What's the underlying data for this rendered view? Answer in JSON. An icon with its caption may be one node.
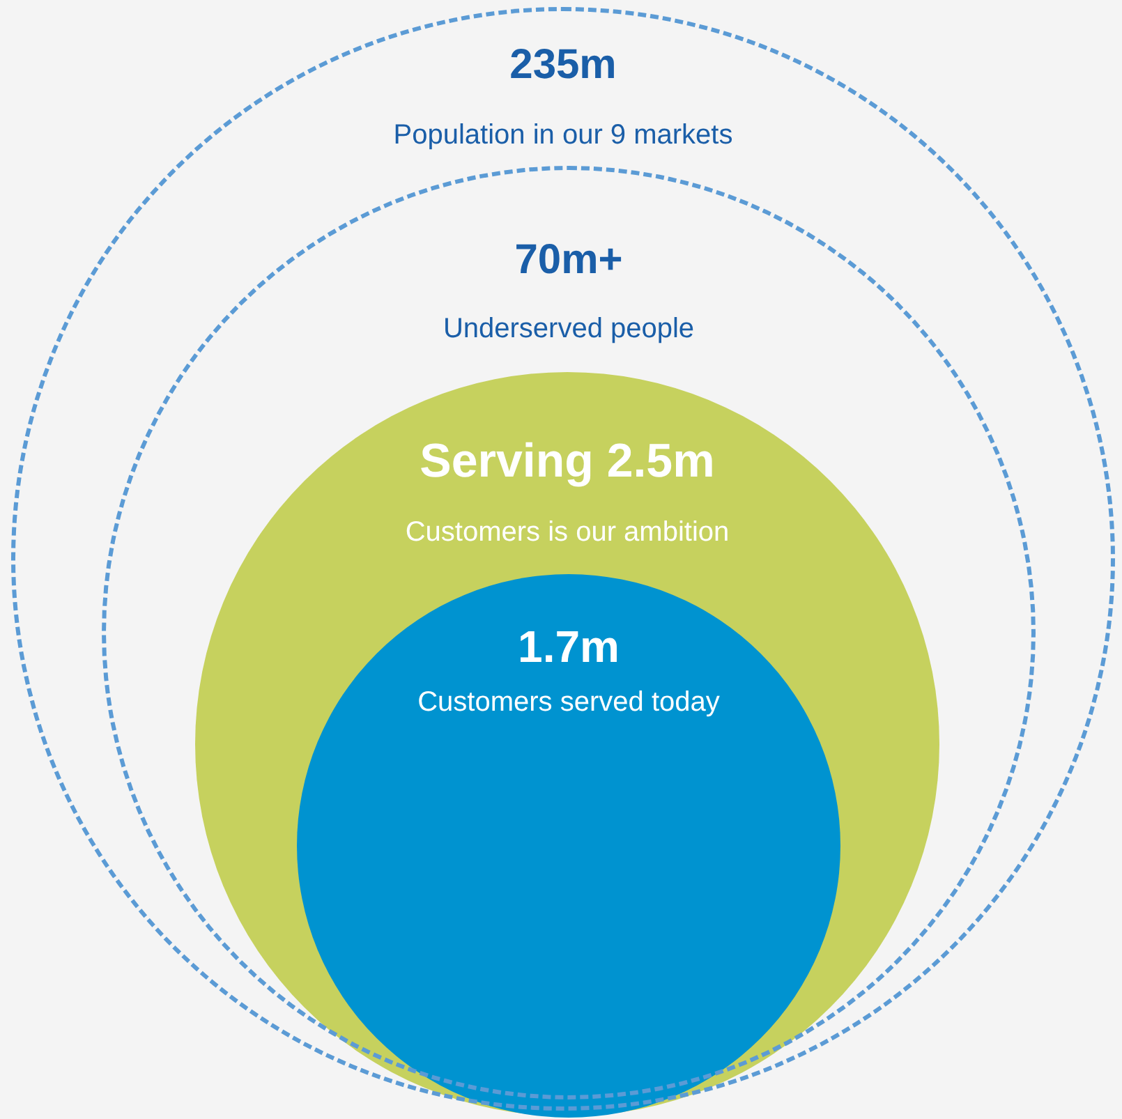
{
  "diagram": {
    "nodes": [
      {
        "text": [
          "235m",
          "Population in our 9 markets"
        ]
      },
      {
        "text": [
          "70m+",
          "Underserved people"
        ],
        "in": 0
      },
      {
        "text": [
          "Serving 2.5m",
          "Customers is our ambition"
        ],
        "in": 1
      },
      {
        "text": [
          "1.7m",
          "Customers served today"
        ],
        "in": 2
      }
    ]
  }
}
